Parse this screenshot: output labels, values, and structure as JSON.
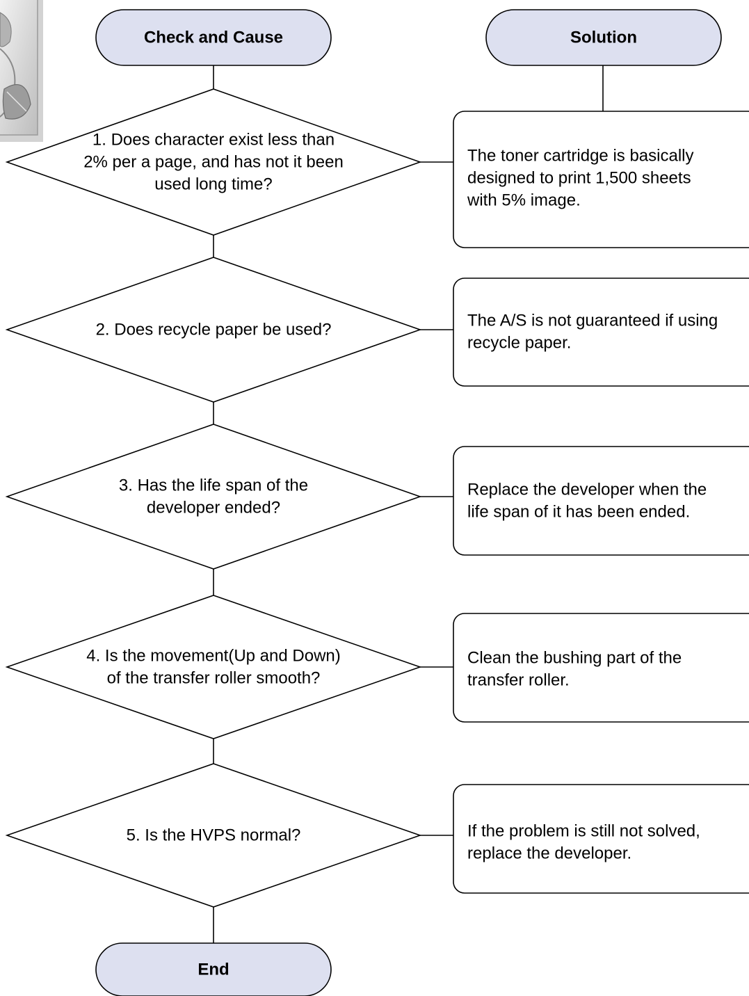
{
  "colors": {
    "terminal_fill": "#dde0f0",
    "box_fill": "#ffffff",
    "stroke": "#000000"
  },
  "terminals": {
    "check_header": "Check and Cause",
    "solution_header": "Solution",
    "end": "End"
  },
  "decorative_image": {
    "icon": "leaf-illustration-icon"
  },
  "checks": [
    {
      "lines": [
        "1. Does character exist less than",
        "2% per a page, and has not it been",
        "used long time?"
      ]
    },
    {
      "lines": [
        "2. Does recycle paper be used?"
      ]
    },
    {
      "lines": [
        "3. Has the life span of the",
        "developer ended?"
      ]
    },
    {
      "lines": [
        "4. Is the movement(Up and Down)",
        "of the transfer roller smooth?"
      ]
    },
    {
      "lines": [
        "5. Is the HVPS normal?"
      ]
    }
  ],
  "solutions": [
    {
      "lines": [
        "The toner cartridge is basically",
        "designed to print 1,500 sheets",
        "with 5% image."
      ]
    },
    {
      "lines": [
        "The A/S is not guaranteed if using",
        "recycle paper."
      ]
    },
    {
      "lines": [
        "Replace the developer when the",
        "life span of it has been ended."
      ]
    },
    {
      "lines": [
        "Clean the bushing part of the",
        "transfer roller."
      ]
    },
    {
      "lines": [
        "If the problem is still not solved,",
        "replace the developer."
      ]
    }
  ]
}
